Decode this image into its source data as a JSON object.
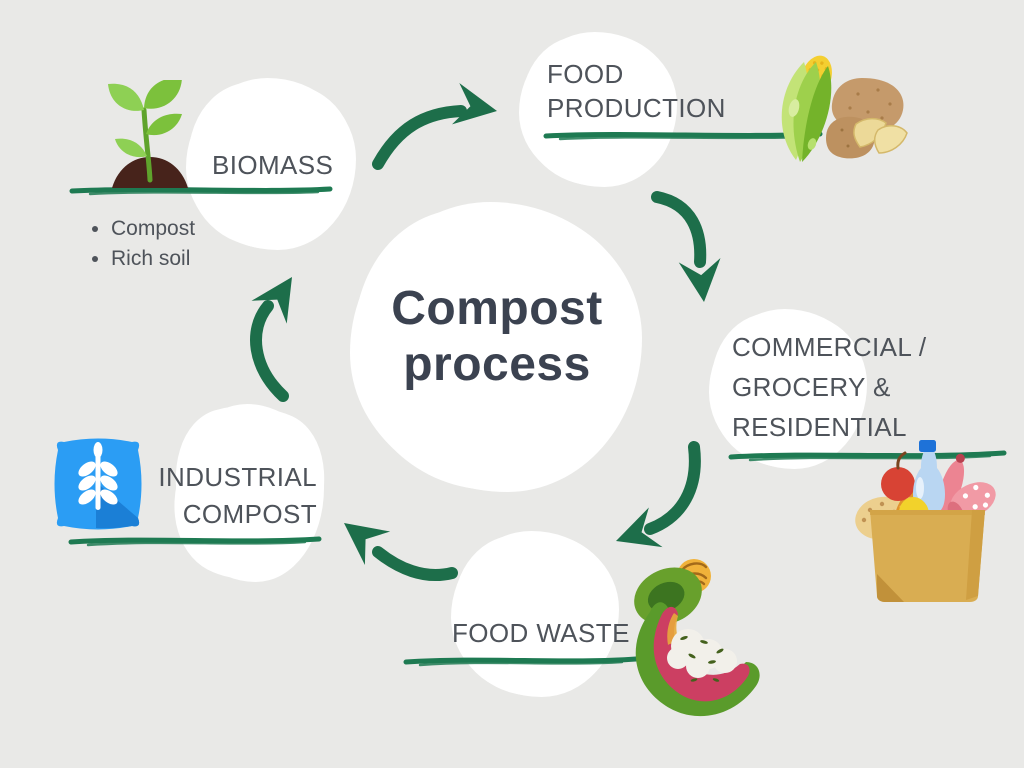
{
  "diagram": {
    "type": "cycle",
    "background": "#e9e9e7",
    "title_line1": "Compost",
    "title_line2": "process"
  },
  "colors": {
    "arrow_green": "#1d6e4a",
    "underline_green": "#1e7a52",
    "label_text": "#4e535a",
    "title_text": "#3b4250",
    "node_circle": "#ffffff"
  },
  "stages": [
    {
      "id": "biomass",
      "label": "BIOMASS",
      "icon": "seedling-icon",
      "bullets": [
        "Compost",
        "Rich soil"
      ]
    },
    {
      "id": "food-production",
      "line1": "FOOD",
      "line2": "PRODUCTION",
      "icon": "corn-and-potatoes-icon"
    },
    {
      "id": "commercial-grocery-residential",
      "line1": "COMMERCIAL /",
      "line2": "GROCERY &",
      "line3": "RESIDENTIAL",
      "icon": "grocery-bag-icon"
    },
    {
      "id": "food-waste",
      "label": "FOOD WASTE",
      "icon": "avocado-and-watermelon-icon"
    },
    {
      "id": "industrial-compost",
      "line1": "INDUSTRIAL",
      "line2": "COMPOST",
      "icon": "compost-sack-icon"
    }
  ],
  "flow": [
    "biomass -> food-production",
    "food-production -> commercial-grocery-residential",
    "commercial-grocery-residential -> food-waste",
    "food-waste -> industrial-compost",
    "industrial-compost -> biomass"
  ]
}
